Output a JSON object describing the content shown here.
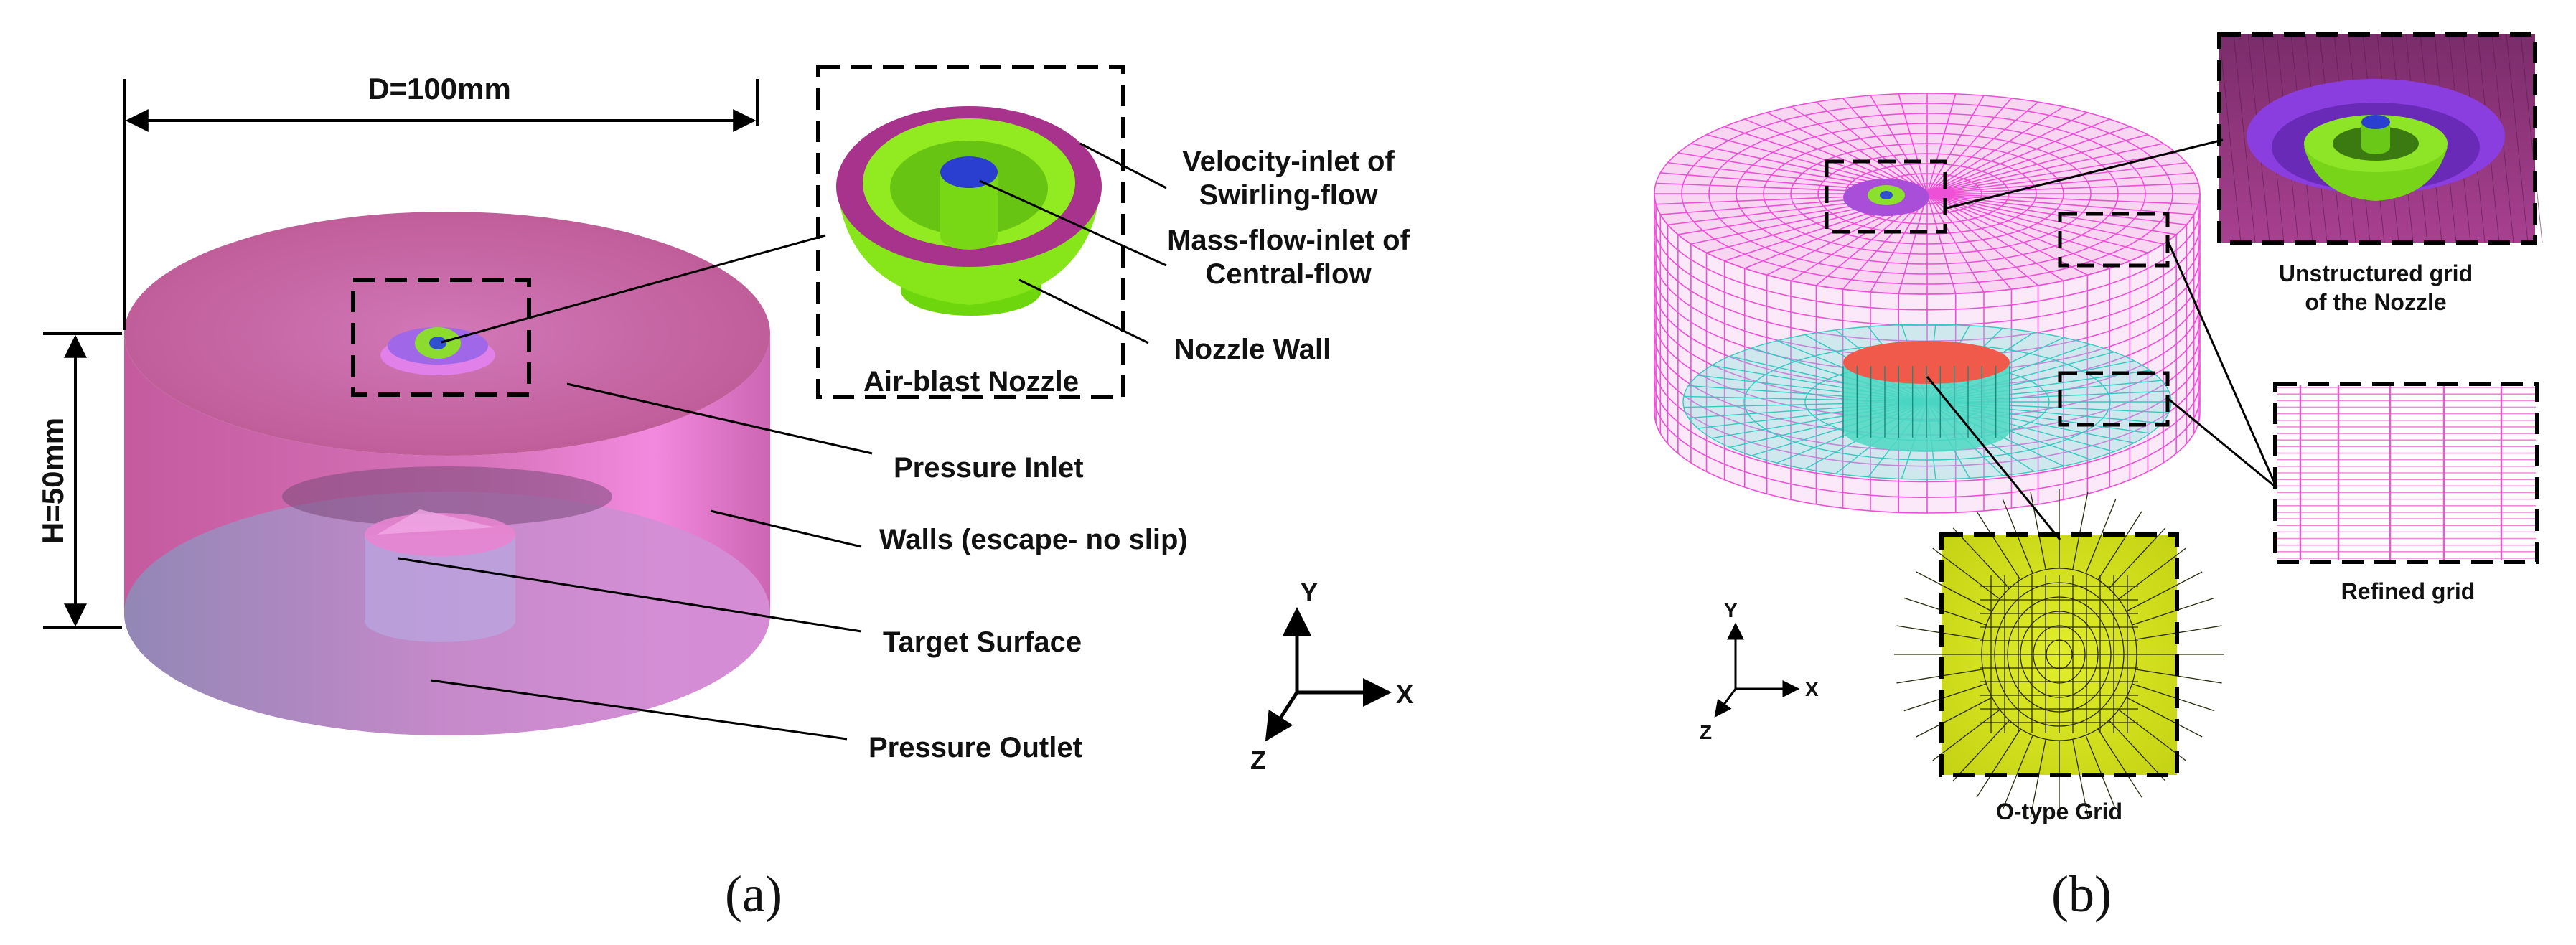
{
  "panel_a": {
    "dimension_d": "D=100mm",
    "dimension_h": "H=50mm",
    "nozzle_title": "Air-blast Nozzle",
    "label_velocity_inlet_1": "Velocity-inlet of",
    "label_velocity_inlet_2": "Swirling-flow",
    "label_mass_flow_1": "Mass-flow-inlet of",
    "label_mass_flow_2": "Central-flow",
    "label_nozzle_wall": "Nozzle Wall",
    "label_pressure_inlet": "Pressure Inlet",
    "label_walls": "Walls (escape- no slip)",
    "label_target_surface": "Target Surface",
    "label_pressure_outlet": "Pressure Outlet",
    "axis_y": "Y",
    "axis_x": "X",
    "axis_z": "Z",
    "caption": "(a)"
  },
  "panel_b": {
    "unstructured_label_1": "Unstructured grid",
    "unstructured_label_2": "of the Nozzle",
    "refined_label": "Refined grid",
    "otype_label": "O-type Grid",
    "axis_y": "Y",
    "axis_x": "X",
    "axis_z": "Z",
    "caption": "(b)"
  },
  "colors": {
    "domain_magenta": "#c85aa8",
    "nozzle_green": "#7ee80c",
    "nozzle_purple": "#a0307a",
    "nozzle_blue": "#2a3fcf",
    "mesh_magenta": "#ee55dd",
    "mesh_cyan": "#33ddcc",
    "otype_yellow": "#d8e61a",
    "refined_pink": "#f08ad8"
  }
}
